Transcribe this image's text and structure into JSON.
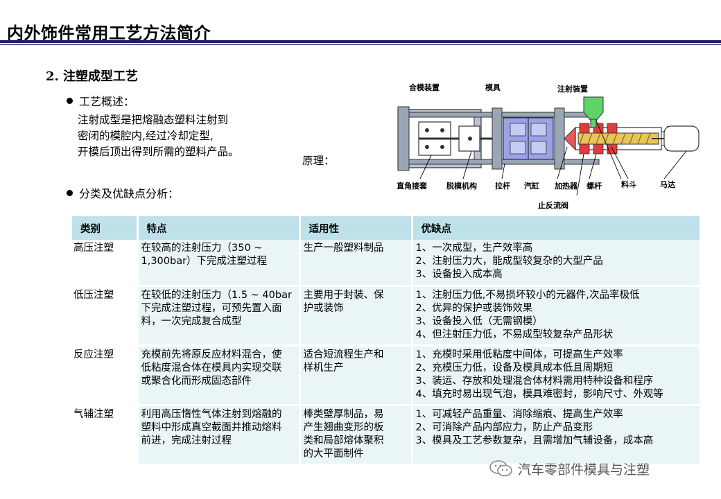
{
  "page_title": "内外饰件常用工艺方法简介",
  "section_heading": "2.  注塑成型工艺",
  "overview": {
    "label": "工艺概述：",
    "lines": [
      "注射成型是把熔融态塑料注射到",
      "密闭的模腔内,经过冷却定型,",
      "开模后顶出得到所需的塑料产品。"
    ]
  },
  "principle_label": "原理：",
  "classification_label": "分类及优缺点分析：",
  "diagram": {
    "labels": {
      "clamp": "合模装置",
      "mold": "模具",
      "injection": "注射装置",
      "toggle": "直角接套",
      "ejector": "脱模机构",
      "tie_bar": "拉杆",
      "cylinder": "汽缸",
      "heater": "加热器",
      "screw": "螺杆",
      "hopper": "料斗",
      "motor": "马达",
      "check_valve": "止反流阀"
    },
    "colors": {
      "frame": "#9aa6b6",
      "mold": "#9aa2e8",
      "heater": "#e23b3b",
      "screw": "#e8c45a",
      "hopper": "#5fd26a",
      "nozzle": "#e85a5a"
    }
  },
  "table": {
    "headers": [
      "类别",
      "特点",
      "适用性",
      "优缺点"
    ],
    "rows": [
      {
        "category": "高压注塑",
        "features": [
          "在较高的注射压力（350 ~",
          "1,300bar）下完成注塑过程"
        ],
        "suitability": [
          "生产一般塑料制品"
        ],
        "pros_cons": [
          "1、一次成型，生产效率高",
          "2、注射压力大，能成型较复杂的大型产品",
          "3、设备投入成本高"
        ]
      },
      {
        "category": "低压注塑",
        "features": [
          "在较低的注射压力（1.5 ~ 40bar",
          "下完成注塑过程，可预先置入面",
          "料，一次完成复合成型"
        ],
        "suitability": [
          "主要用于封装、保",
          "护或装饰"
        ],
        "pros_cons": [
          "1、注射压力低,不易损坏较小的元器件,次品率极低",
          "2、优异的保护或装饰效果",
          "3、设备投入低（无需钢模）",
          "4、但注射压力低，不易成型较复杂产品形状"
        ]
      },
      {
        "category": "反应注塑",
        "features": [
          "充模前先将原反应材料混合，使",
          "低粘度混合体在模具内实现交联",
          "或聚合化而形成固态部件"
        ],
        "suitability": [
          "适合短流程生产和",
          "样机生产"
        ],
        "pros_cons": [
          "1、充模时采用低粘度中间体，可提高生产效率",
          "2、充模压力低，设备及模具成本低且周期短",
          "3、装运、存放和处理混合体材料需用特种设备和程序",
          "4、填充时易出现气泡，模具难密封，影响尺寸、外观等"
        ]
      },
      {
        "category": "气辅注塑",
        "features": [
          "利用高压惰性气体注射到熔融的",
          "塑料中形成真空截面并推动熔料",
          "前进，完成注射过程"
        ],
        "suitability": [
          "棒类壁厚制品，易",
          "产生翘曲变形的板",
          "类和局部熔体聚积",
          "的大平面制件"
        ],
        "pros_cons": [
          "1、可减轻产品重量、消除缩痕、提高生产效率",
          "2、可消除产品内部应力，防止产品变形",
          "3、模具及工艺参数复杂，且需增加气辅设备，成本高"
        ]
      }
    ]
  },
  "watermark": "汽车零部件模具与注塑"
}
